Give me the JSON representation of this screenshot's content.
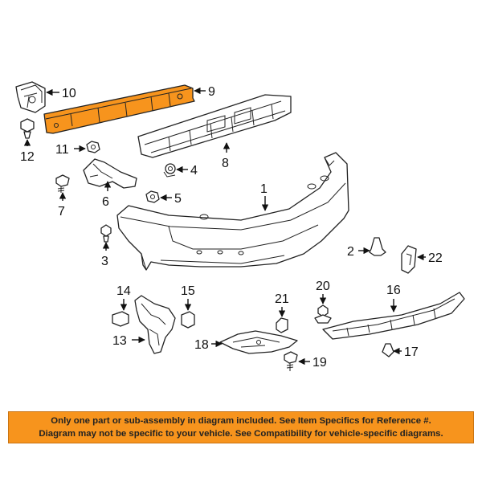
{
  "diagram": {
    "callouts": [
      "1",
      "2",
      "3",
      "4",
      "5",
      "6",
      "7",
      "8",
      "9",
      "10",
      "11",
      "12",
      "13",
      "14",
      "15",
      "16",
      "17",
      "18",
      "19",
      "20",
      "21",
      "22"
    ],
    "highlight_color": "#f7941d",
    "highlighted_part": "9"
  },
  "banner": {
    "line1": "Only one part or sub-assembly in diagram included. See Item Specifics for Reference #.",
    "line2": "Diagram may not be specific to your vehicle. See Compatibility for vehicle-specific diagrams.",
    "background": "#f7941d"
  }
}
